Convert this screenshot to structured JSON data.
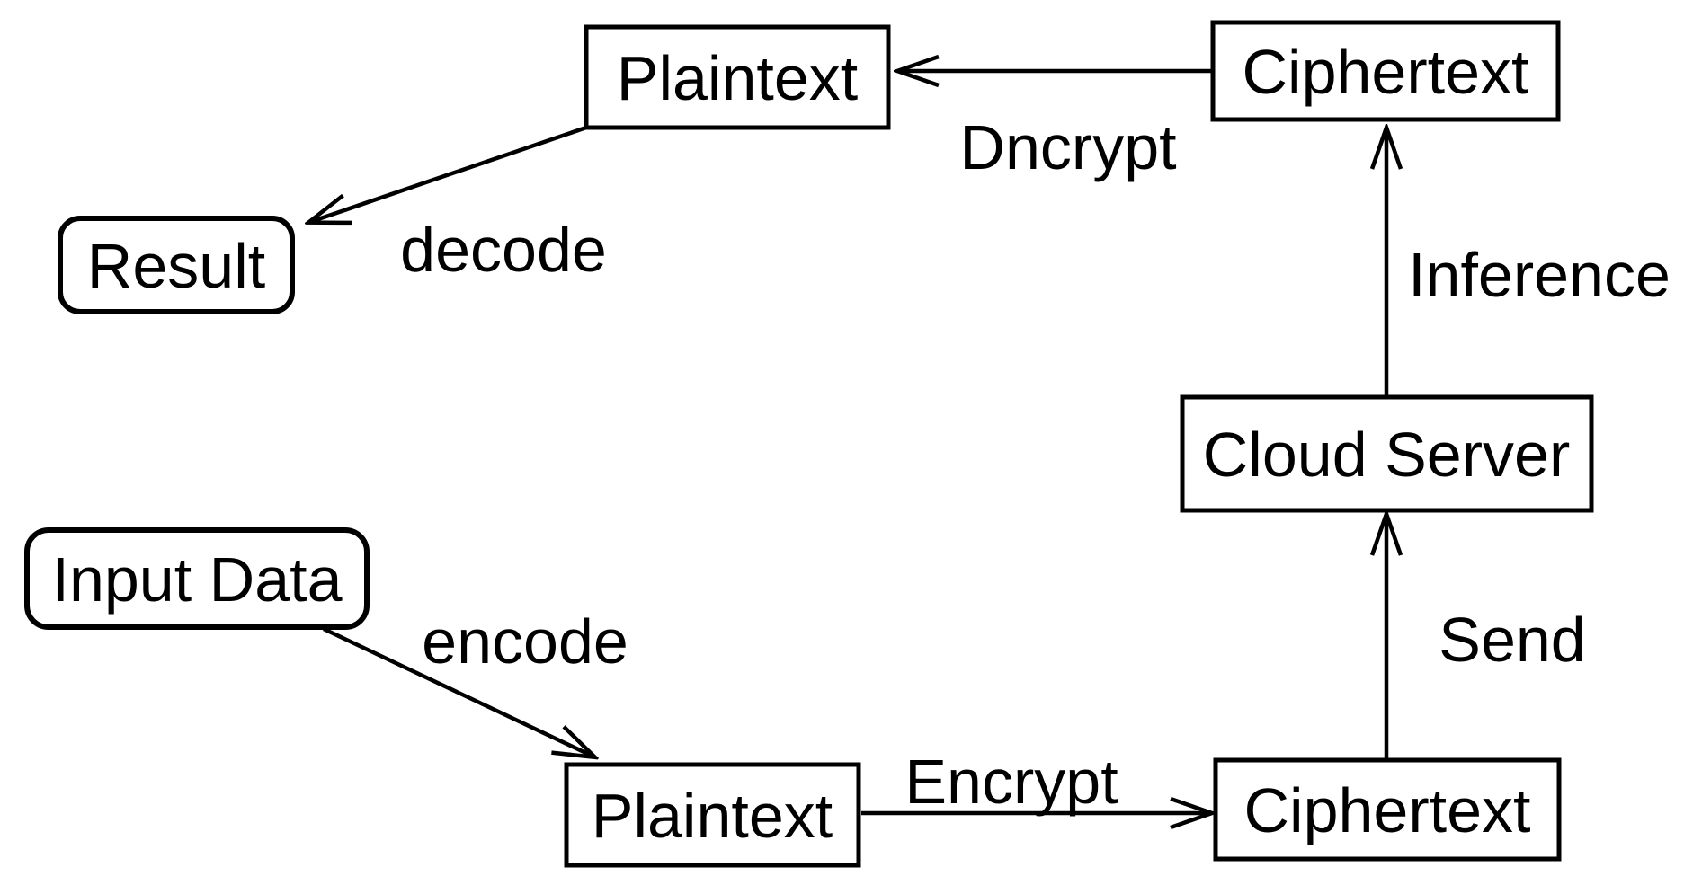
{
  "diagram": {
    "background_color": "#ffffff",
    "stroke_color": "#000000",
    "nodes": {
      "plaintext_top": {
        "label": "Plaintext",
        "shape": "rect"
      },
      "ciphertext_top": {
        "label": "Ciphertext",
        "shape": "rect"
      },
      "result": {
        "label": "Result",
        "shape": "rounded"
      },
      "cloud_server": {
        "label": "Cloud Server",
        "shape": "rect"
      },
      "input_data": {
        "label": "Input Data",
        "shape": "rounded"
      },
      "plaintext_bottom": {
        "label": "Plaintext",
        "shape": "rect"
      },
      "ciphertext_bottom": {
        "label": "Ciphertext",
        "shape": "rect"
      }
    },
    "edges": {
      "decrypt": {
        "label": "Dncrypt",
        "from": "ciphertext_top",
        "to": "plaintext_top"
      },
      "decode": {
        "label": "decode",
        "from": "plaintext_top",
        "to": "result"
      },
      "inference": {
        "label": "Inference",
        "from": "cloud_server",
        "to": "ciphertext_top"
      },
      "send": {
        "label": "Send",
        "from": "ciphertext_bottom",
        "to": "cloud_server"
      },
      "encode": {
        "label": "encode",
        "from": "input_data",
        "to": "plaintext_bottom"
      },
      "encrypt": {
        "label": "Encrypt",
        "from": "plaintext_bottom",
        "to": "ciphertext_bottom"
      }
    }
  }
}
